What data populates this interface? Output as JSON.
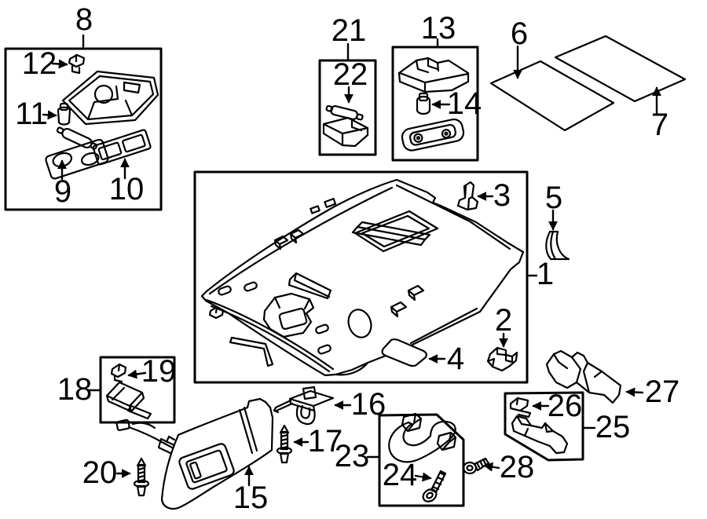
{
  "colors": {
    "background": "#ffffff",
    "line": "#000000",
    "label_text": "#000000"
  },
  "labels": {
    "p1": "1",
    "p2": "2",
    "p3": "3",
    "p4": "4",
    "p5": "5",
    "p6": "6",
    "p7": "7",
    "p8": "8",
    "p9": "9",
    "p10": "10",
    "p11": "11",
    "p12": "12",
    "p13": "13",
    "p14": "14",
    "p15": "15",
    "p16": "16",
    "p17": "17",
    "p18": "18",
    "p19": "19",
    "p20": "20",
    "p21": "21",
    "p22": "22",
    "p23": "23",
    "p24": "24",
    "p25": "25",
    "p26": "26",
    "p27": "27",
    "p28": "28"
  }
}
